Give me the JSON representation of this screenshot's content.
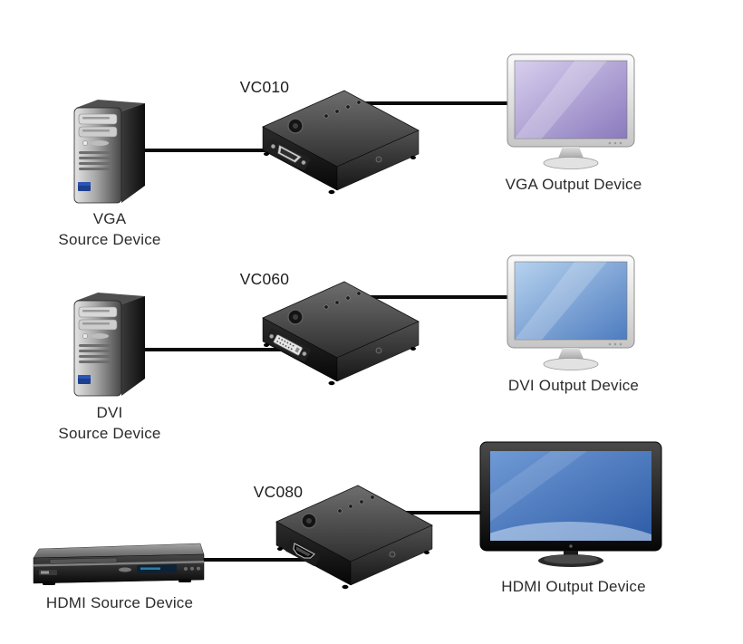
{
  "diagram": {
    "rows": [
      {
        "model": "VC010",
        "source_line1": "VGA",
        "source_line2": "Source Device",
        "output_label": "VGA Output Device",
        "source_icon": "computer-tower-icon",
        "converter_icon": "vga-converter-icon",
        "output_icon": "vga-monitor-icon"
      },
      {
        "model": "VC060",
        "source_line1": "DVI",
        "source_line2": "Source Device",
        "output_label": "DVI Output Device",
        "source_icon": "computer-tower-icon",
        "converter_icon": "dvi-converter-icon",
        "output_icon": "dvi-monitor-icon"
      },
      {
        "model": "VC080",
        "source_label": "HDMI Source Device",
        "output_label": "HDMI Output Device",
        "source_icon": "dvd-player-icon",
        "converter_icon": "hdmi-converter-icon",
        "output_icon": "tv-icon"
      }
    ],
    "colors": {
      "vga_screen": "#9b8cc6",
      "dvi_screen": "#6f9ad6",
      "hdmi_screen": "#4d7cc0",
      "connection_line": "#0a0a0a",
      "device_body": "#2b2b2b"
    }
  }
}
